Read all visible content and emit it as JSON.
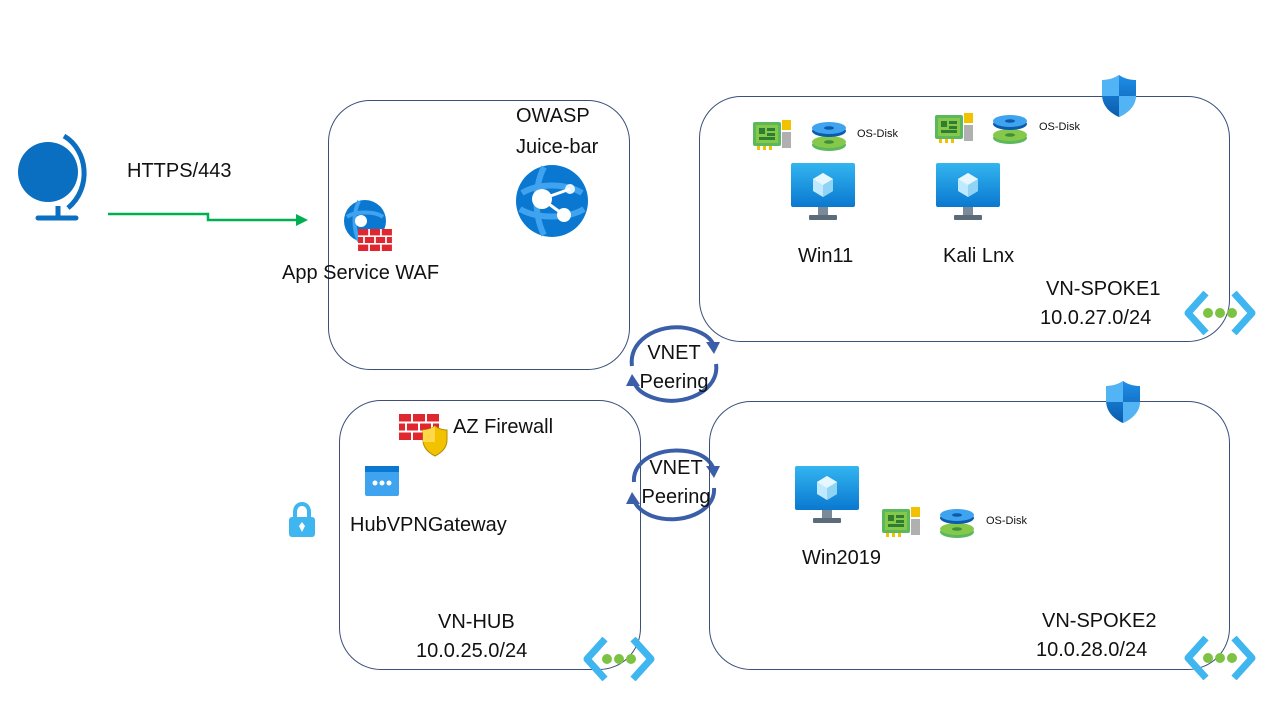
{
  "internet": {
    "protocol_label": "HTTPS/443",
    "icon": "globe-icon"
  },
  "app_service_box": {
    "waf_label": "App Service WAF",
    "juice_label_line1": "OWASP",
    "juice_label_line2": "Juice-bar"
  },
  "spoke1": {
    "name": "VN-SPOKE1",
    "cidr": "10.0.27.0/24",
    "vms": [
      {
        "name": "Win11",
        "disk_label": "OS-Disk"
      },
      {
        "name": "Kali Lnx",
        "disk_label": "OS-Disk"
      }
    ]
  },
  "hub": {
    "firewall_label": "AZ Firewall",
    "gateway_label": "HubVPNGateway",
    "name": "VN-HUB",
    "cidr": "10.0.25.0/24"
  },
  "spoke2": {
    "name": "VN-SPOKE2",
    "cidr": "10.0.28.0/24",
    "vms": [
      {
        "name": "Win2019",
        "disk_label": "OS-Disk"
      }
    ]
  },
  "peerings": [
    {
      "line1": "VNET",
      "line2": "Peering"
    },
    {
      "line1": "VNET",
      "line2": "Peering"
    }
  ],
  "colors": {
    "box_border": "#3b4f7a",
    "connector": "#00b050",
    "peering_arrow": "#3a5fa8",
    "azure_blue": "#0078d4"
  }
}
